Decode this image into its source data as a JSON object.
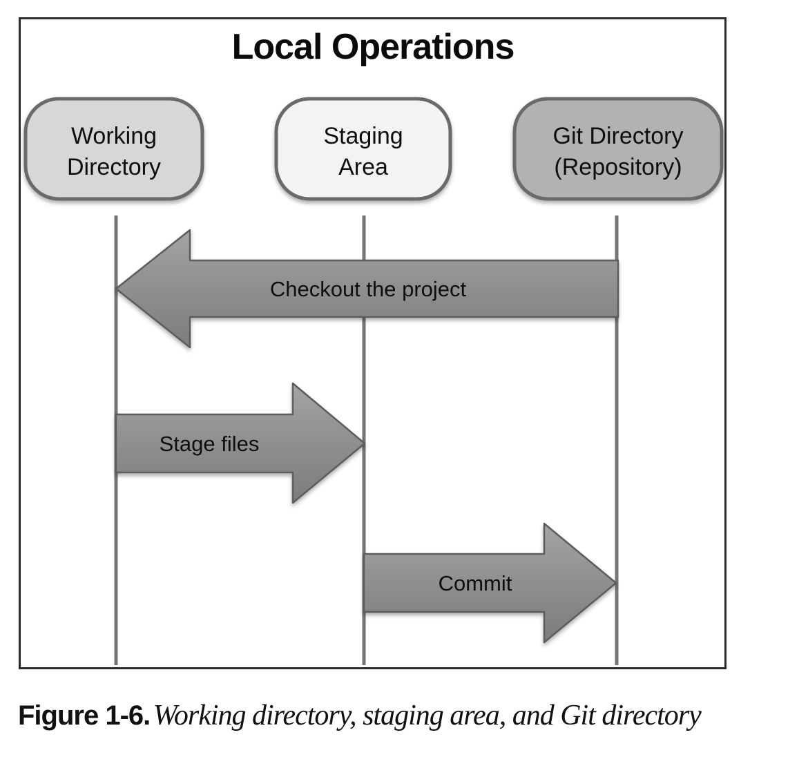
{
  "figure": {
    "title": "Local Operations",
    "nodes": [
      {
        "name": "working-directory",
        "line1": "Working",
        "line2": "Directory",
        "fill": "#d7d7d7"
      },
      {
        "name": "staging-area",
        "line1": "Staging",
        "line2": "Area",
        "fill": "#f3f3f3"
      },
      {
        "name": "git-directory",
        "line1": "Git Directory",
        "line2": "(Repository)",
        "fill": "#b2b2b2"
      }
    ],
    "arrows": [
      {
        "name": "checkout",
        "label": "Checkout the project",
        "direction": "left",
        "from": "git-directory",
        "to": "working-directory"
      },
      {
        "name": "stage",
        "label": "Stage files",
        "direction": "right",
        "from": "working-directory",
        "to": "staging-area"
      },
      {
        "name": "commit",
        "label": "Commit",
        "direction": "right",
        "from": "staging-area",
        "to": "git-directory"
      }
    ],
    "colors": {
      "arrow_fill_top": "#a4a4a4",
      "arrow_fill_bottom": "#7c7c7c",
      "arrow_stroke": "#5c5c5c",
      "lifeline": "#757575",
      "frame_border": "#2b2b2b",
      "node_border": "#6b6b6b"
    }
  },
  "caption": {
    "label": "Figure 1-6.",
    "text": "Working directory, staging area, and Git directory"
  }
}
